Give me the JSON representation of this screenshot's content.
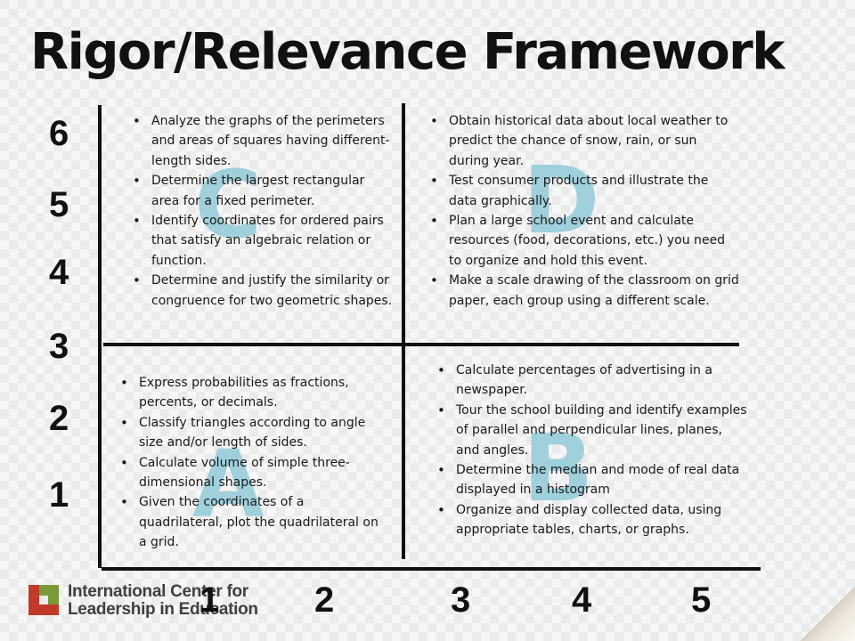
{
  "title": "Rigor/Relevance Framework",
  "y_axis": {
    "labels": [
      "6",
      "5",
      "4",
      "3",
      "2",
      "1"
    ]
  },
  "x_axis": {
    "labels": [
      "1",
      "2",
      "3",
      "4",
      "5"
    ]
  },
  "quadrants": {
    "c": {
      "letter": "C",
      "items": [
        "Analyze the graphs of the perimeters and areas of squares having different-length sides.",
        "Determine the largest rectangular area for a fixed perimeter.",
        "Identify coordinates for ordered pairs that satisfy an algebraic relation or function.",
        "Determine and justify the similarity or congruence for two geometric shapes."
      ]
    },
    "d": {
      "letter": "D",
      "items": [
        "Obtain historical data about local weather to predict the chance of snow, rain, or sun during year.",
        "Test consumer products and illustrate the data graphically.",
        "Plan a large school event and calculate resources (food, decorations, etc.) you need to organize and hold this event.",
        "Make a scale drawing of the classroom on grid paper, each group using a different scale."
      ]
    },
    "a": {
      "letter": "A",
      "items": [
        "Express probabilities as fractions, percents, or decimals.",
        "Classify triangles according to angle size and/or length of sides.",
        "Calculate volume of simple three-dimensional shapes.",
        "Given the coordinates of a quadrilateral, plot the quadrilateral on a grid."
      ]
    },
    "b": {
      "letter": "B",
      "items": [
        "Calculate percentages of advertising in a newspaper.",
        "Tour the school building and identify examples of parallel and perpendicular lines, planes, and angles.",
        "Determine the median and mode of real data displayed in a histogram",
        "Organize and display collected data, using appropriate tables, charts, or graphs."
      ]
    }
  },
  "logo": {
    "line1": "International Center for",
    "line2": "Leadership in Education",
    "colors": {
      "red": "#c0392b",
      "green": "#7a9a3a",
      "dark": "#404040"
    }
  },
  "colors": {
    "quadrant_letter": "#9fd0dc",
    "axis": "#111111"
  }
}
